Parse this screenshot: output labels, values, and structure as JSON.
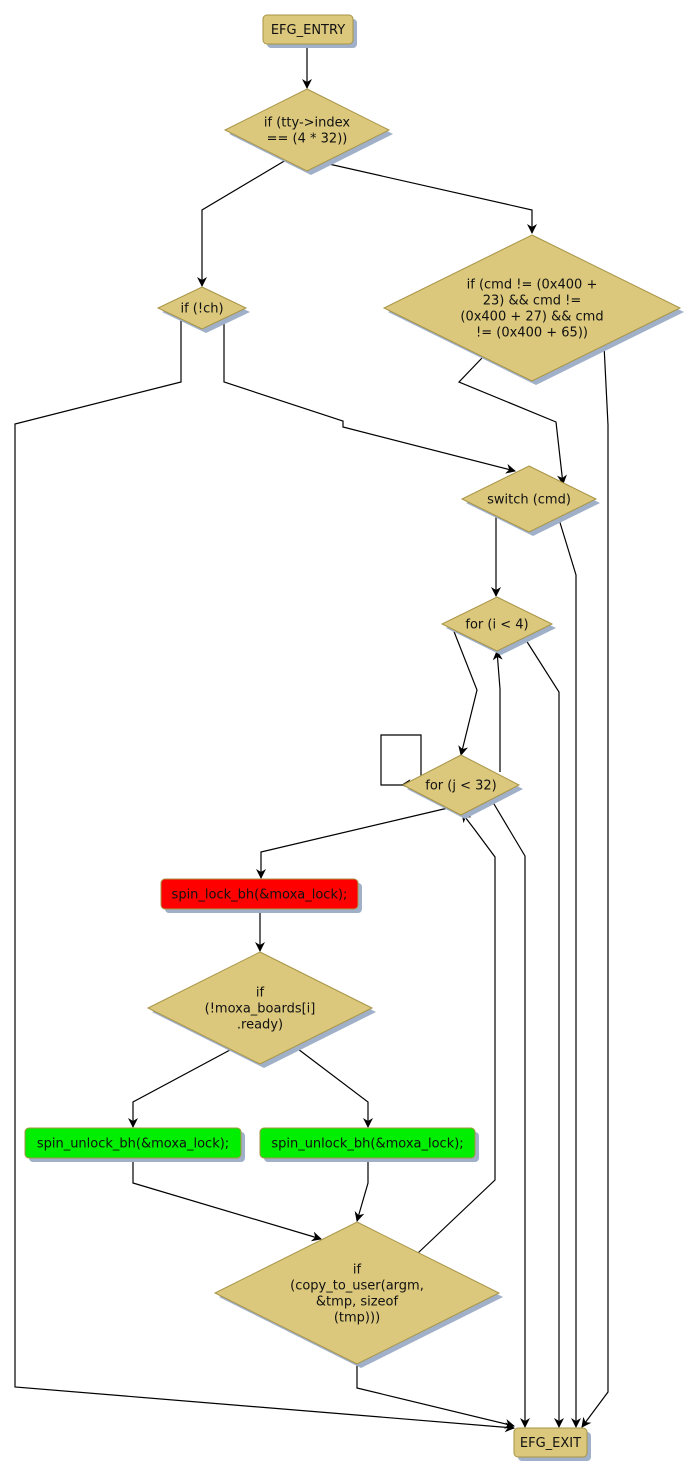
{
  "diagram": {
    "title": "Control flow graph",
    "colors": {
      "default_fill": "#dbc87c",
      "default_stroke": "#a89446",
      "lock_fill": "#ff0000",
      "unlock_fill": "#00ee00",
      "shadow": "#9fb0c8",
      "edge": "#000000"
    },
    "nodes": [
      {
        "id": "entry",
        "kind": "terminal",
        "style": "default",
        "lines": [
          "EFG_ENTRY"
        ]
      },
      {
        "id": "if_tty_index",
        "kind": "decision",
        "style": "default",
        "lines": [
          "if (tty->index",
          "== (4 * 32))"
        ]
      },
      {
        "id": "if_not_ch",
        "kind": "decision",
        "style": "default",
        "lines": [
          "if (!ch)"
        ]
      },
      {
        "id": "if_cmd",
        "kind": "decision",
        "style": "default",
        "lines": [
          "if (cmd != (0x400 +",
          "23) && cmd !=",
          "(0x400 + 27) && cmd",
          "!= (0x400 + 65))"
        ]
      },
      {
        "id": "switch_cmd",
        "kind": "decision",
        "style": "default",
        "lines": [
          "switch (cmd)"
        ]
      },
      {
        "id": "for_i",
        "kind": "decision",
        "style": "default",
        "lines": [
          "for (i < 4)"
        ]
      },
      {
        "id": "for_j",
        "kind": "decision",
        "style": "default",
        "lines": [
          "for (j < 32)"
        ]
      },
      {
        "id": "spin_lock",
        "kind": "statement",
        "style": "lock",
        "lines": [
          "spin_lock_bh(&moxa_lock);"
        ]
      },
      {
        "id": "if_ready",
        "kind": "decision",
        "style": "default",
        "lines": [
          "if",
          "(!moxa_boards[i]",
          ".ready)"
        ]
      },
      {
        "id": "unlock_left",
        "kind": "statement",
        "style": "unlock",
        "lines": [
          "spin_unlock_bh(&moxa_lock);"
        ]
      },
      {
        "id": "unlock_right",
        "kind": "statement",
        "style": "unlock",
        "lines": [
          "spin_unlock_bh(&moxa_lock);"
        ]
      },
      {
        "id": "if_copy",
        "kind": "decision",
        "style": "default",
        "lines": [
          "if",
          "(copy_to_user(argm,",
          "&tmp, sizeof",
          "(tmp)))"
        ]
      },
      {
        "id": "exit",
        "kind": "terminal",
        "style": "default",
        "lines": [
          "EFG_EXIT"
        ]
      }
    ],
    "edges": [
      {
        "from": "entry",
        "to": "if_tty_index"
      },
      {
        "from": "if_tty_index",
        "to": "if_not_ch"
      },
      {
        "from": "if_tty_index",
        "to": "if_cmd"
      },
      {
        "from": "if_not_ch",
        "to": "exit"
      },
      {
        "from": "if_not_ch",
        "to": "switch_cmd"
      },
      {
        "from": "if_cmd",
        "to": "switch_cmd"
      },
      {
        "from": "if_cmd",
        "to": "exit"
      },
      {
        "from": "switch_cmd",
        "to": "for_i"
      },
      {
        "from": "switch_cmd",
        "to": "exit"
      },
      {
        "from": "for_i",
        "to": "for_j"
      },
      {
        "from": "for_i",
        "to": "exit"
      },
      {
        "from": "for_j",
        "to": "for_j"
      },
      {
        "from": "for_j",
        "to": "for_i"
      },
      {
        "from": "for_j",
        "to": "spin_lock"
      },
      {
        "from": "for_j",
        "to": "exit"
      },
      {
        "from": "spin_lock",
        "to": "if_ready"
      },
      {
        "from": "if_ready",
        "to": "unlock_left"
      },
      {
        "from": "if_ready",
        "to": "unlock_right"
      },
      {
        "from": "unlock_left",
        "to": "if_copy"
      },
      {
        "from": "unlock_right",
        "to": "if_copy"
      },
      {
        "from": "if_copy",
        "to": "for_j"
      },
      {
        "from": "if_copy",
        "to": "exit"
      }
    ]
  }
}
